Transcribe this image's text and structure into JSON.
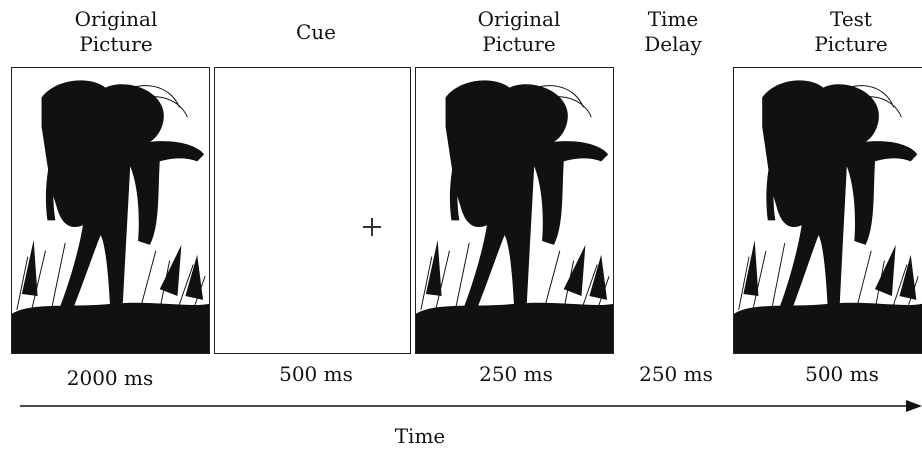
{
  "stages": [
    {
      "title_line1": "Original",
      "title_line2": "Picture",
      "duration": "2000 ms",
      "content": "picture"
    },
    {
      "title_line1": "Cue",
      "title_line2": "",
      "duration": "500 ms",
      "content": "fixation-cross"
    },
    {
      "title_line1": "Original",
      "title_line2": "Picture",
      "duration": "250 ms",
      "content": "picture"
    },
    {
      "title_line1": "Time",
      "title_line2": "Delay",
      "duration": "250 ms",
      "content": "blank"
    },
    {
      "title_line1": "Test",
      "title_line2": "Picture",
      "duration": "500 ms",
      "content": "picture"
    }
  ],
  "axis": {
    "label": "Time"
  },
  "colors": {
    "ink": "#111111",
    "frame": "#222222",
    "background": "#ffffff"
  }
}
